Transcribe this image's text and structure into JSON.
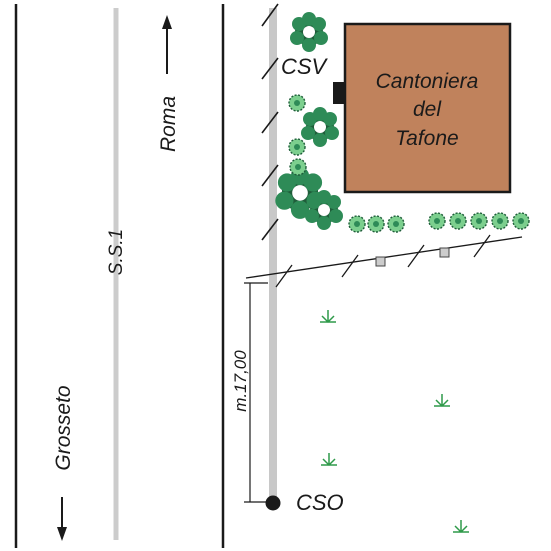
{
  "road": {
    "name": "S.S.1"
  },
  "directions": {
    "north": {
      "label": "Roma"
    },
    "south": {
      "label": "Grosseto"
    }
  },
  "building": {
    "lines": [
      "Cantoniera",
      "del",
      "Tafone"
    ],
    "fill_color": "#c0825c"
  },
  "points": {
    "csv": {
      "label": "CSV"
    },
    "cso": {
      "label": "CSO"
    }
  },
  "dimension": {
    "label": "m.17,00"
  },
  "colors": {
    "road_line": "#1a1a1a",
    "centerline": "#cccccc",
    "vegetation": "#2e8b57",
    "vegetation_dark": "#1f5d3a",
    "shrub": "#7ccf8e",
    "grass": "#2f9a4a"
  },
  "icons": [
    "tree-icon",
    "shrub-icon",
    "grass-icon",
    "arrow-up-icon",
    "arrow-down-icon"
  ]
}
